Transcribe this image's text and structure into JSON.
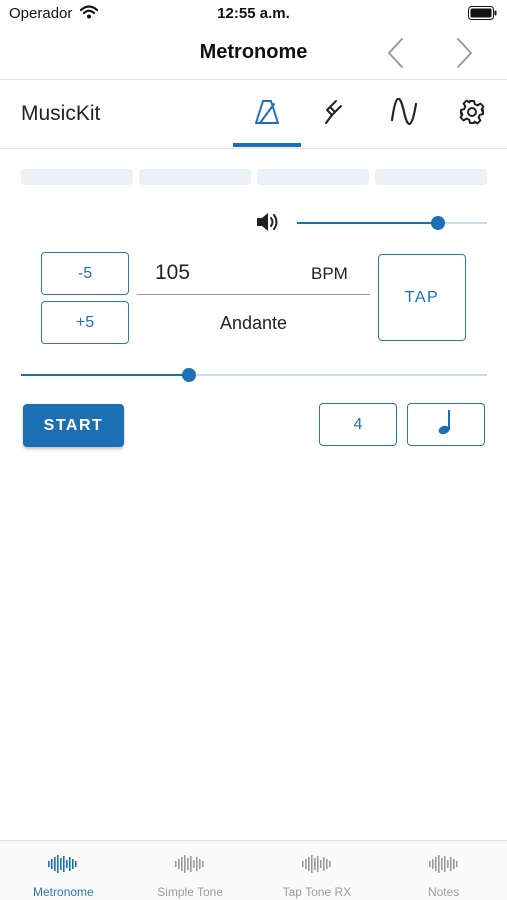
{
  "status_bar": {
    "carrier": "Operador",
    "time": "12:55 a.m."
  },
  "nav": {
    "title": "Metronome"
  },
  "header": {
    "app_title": "MusicKit",
    "tools": [
      {
        "name": "metronome",
        "icon": "metronome-icon",
        "active": true
      },
      {
        "name": "tuning-fork",
        "icon": "tuning-fork-icon",
        "active": false
      },
      {
        "name": "wave",
        "icon": "sine-wave-icon",
        "active": false
      },
      {
        "name": "settings",
        "icon": "gear-icon",
        "active": false
      }
    ]
  },
  "beats": {
    "count": 4
  },
  "volume": {
    "level": 0.74
  },
  "tempo": {
    "decrement_label": "-5",
    "increment_label": "+5",
    "bpm": "105",
    "unit": "BPM",
    "name": "Andante",
    "tap_label": "TAP",
    "slider_level": 0.36
  },
  "controls": {
    "start_label": "START",
    "beats_per_measure": "4",
    "note_icon": "quarter-note-icon"
  },
  "tab_bar": {
    "items": [
      {
        "label": "Metronome",
        "active": true
      },
      {
        "label": "Simple Tone",
        "active": false
      },
      {
        "label": "Tap Tone RX",
        "active": false
      },
      {
        "label": "Notes",
        "active": false
      }
    ]
  },
  "colors": {
    "accent": "#1d6fb3",
    "inactive": "#9b9b9b",
    "track": "#c5dcee",
    "beat_bg": "#eaf1f7"
  }
}
